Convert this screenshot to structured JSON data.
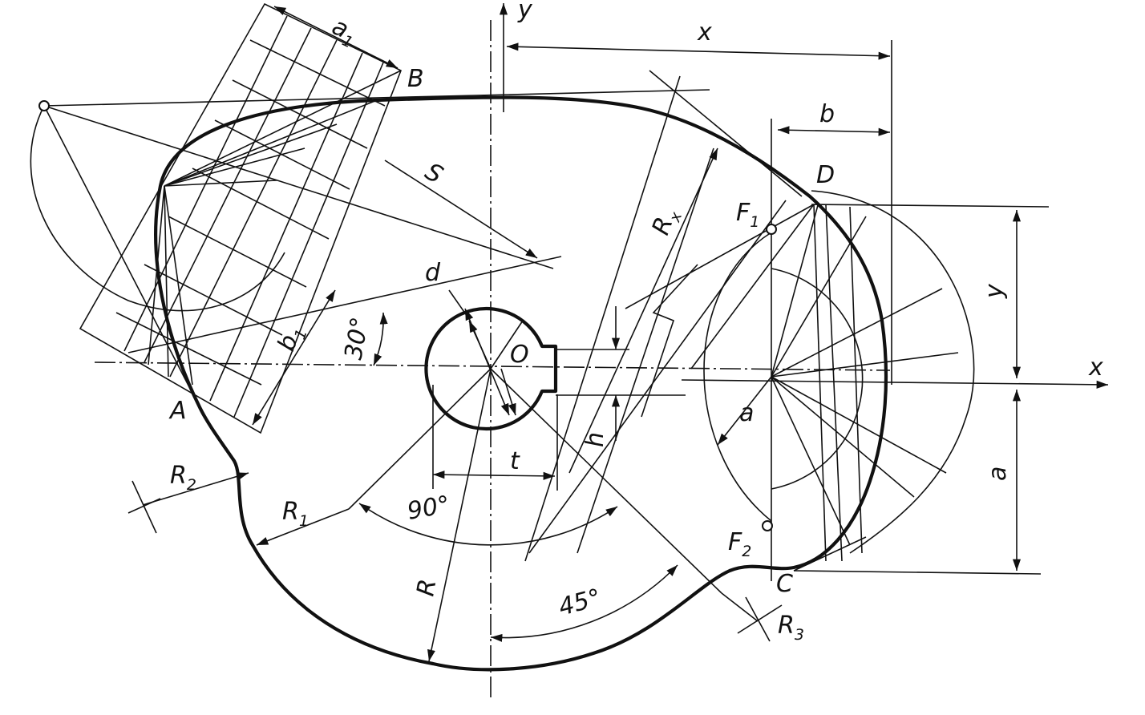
{
  "labels": {
    "y_axis": "y",
    "x_axis": "x",
    "dim_x": "x",
    "dim_a1": "a1",
    "point_B": "B",
    "point_D": "D",
    "dim_b": "b",
    "point_F1": "F1",
    "dim_Rx": "Rx",
    "dim_S": "S",
    "dim_d": "d",
    "center_O": "O",
    "dim_b1": "b1",
    "angle_30": "30°",
    "dim_y": "y",
    "point_A": "A",
    "dim_a_ellipse": "a",
    "dim_h": "h",
    "dim_a_right": "a",
    "dim_t": "t",
    "dim_R2": "R2",
    "dim_R1": "R1",
    "angle_90": "90°",
    "point_F2": "F2",
    "dim_R": "R",
    "angle_45": "45°",
    "point_C": "C",
    "dim_R3": "R3"
  }
}
